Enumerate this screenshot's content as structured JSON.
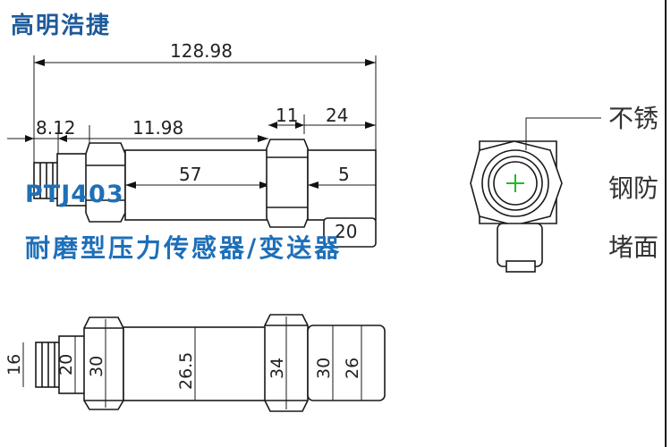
{
  "brand": "高明浩捷",
  "model": "PTJ403",
  "description": "耐磨型压力传感器/变送器",
  "note_chars": [
    "不锈",
    "钢防",
    "堵面"
  ],
  "dimensions": {
    "overall": "128.98",
    "front_thread": "8.12",
    "nut_to_body": "11.98",
    "hex_width": "11",
    "rear_length": "24",
    "body_length": "57",
    "small_gap": "5",
    "connector": "20",
    "thread_dia": "16",
    "hex_front_a": "20",
    "hex_front_b": "30",
    "body_dia": "26.5",
    "hex_rear_a": "34",
    "hex_rear_b": "30",
    "rear_dia": "26"
  },
  "colors": {
    "brand": "#1e5a9a",
    "accent": "#1e6fb8",
    "center_mark": "#22bb22"
  }
}
